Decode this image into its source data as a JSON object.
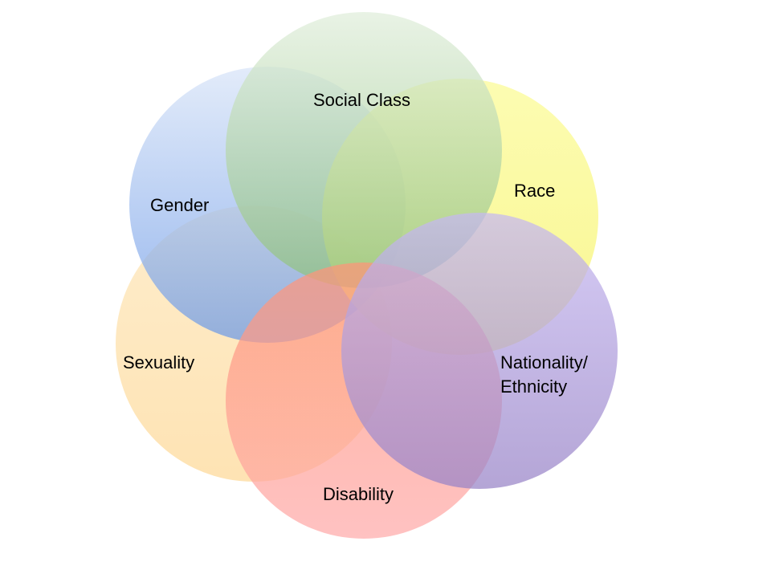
{
  "title": "Intersectionality diagram",
  "circles": [
    {
      "id": "sexuality",
      "label": "Sexuality",
      "color_top": "#fde6b8",
      "color_bottom": "#fdd896"
    },
    {
      "id": "gender",
      "label": "Gender",
      "color_top": "#d8e4f8",
      "color_bottom": "#6a98e6"
    },
    {
      "id": "race",
      "label": "Race",
      "color_top": "#fbfb94",
      "color_bottom": "#f7f366"
    },
    {
      "id": "social-class",
      "label": "Social Class",
      "color_top": "#e0eedb",
      "color_bottom": "#8ec07c"
    },
    {
      "id": "disability",
      "label": "Disability",
      "color_top": "#ff9478",
      "color_bottom": "#ffaaaa"
    },
    {
      "id": "nationality",
      "label_lines": [
        "Nationality/",
        "Ethnicity"
      ],
      "color_top": "#c6b8f2",
      "color_bottom": "#9782c6"
    }
  ]
}
